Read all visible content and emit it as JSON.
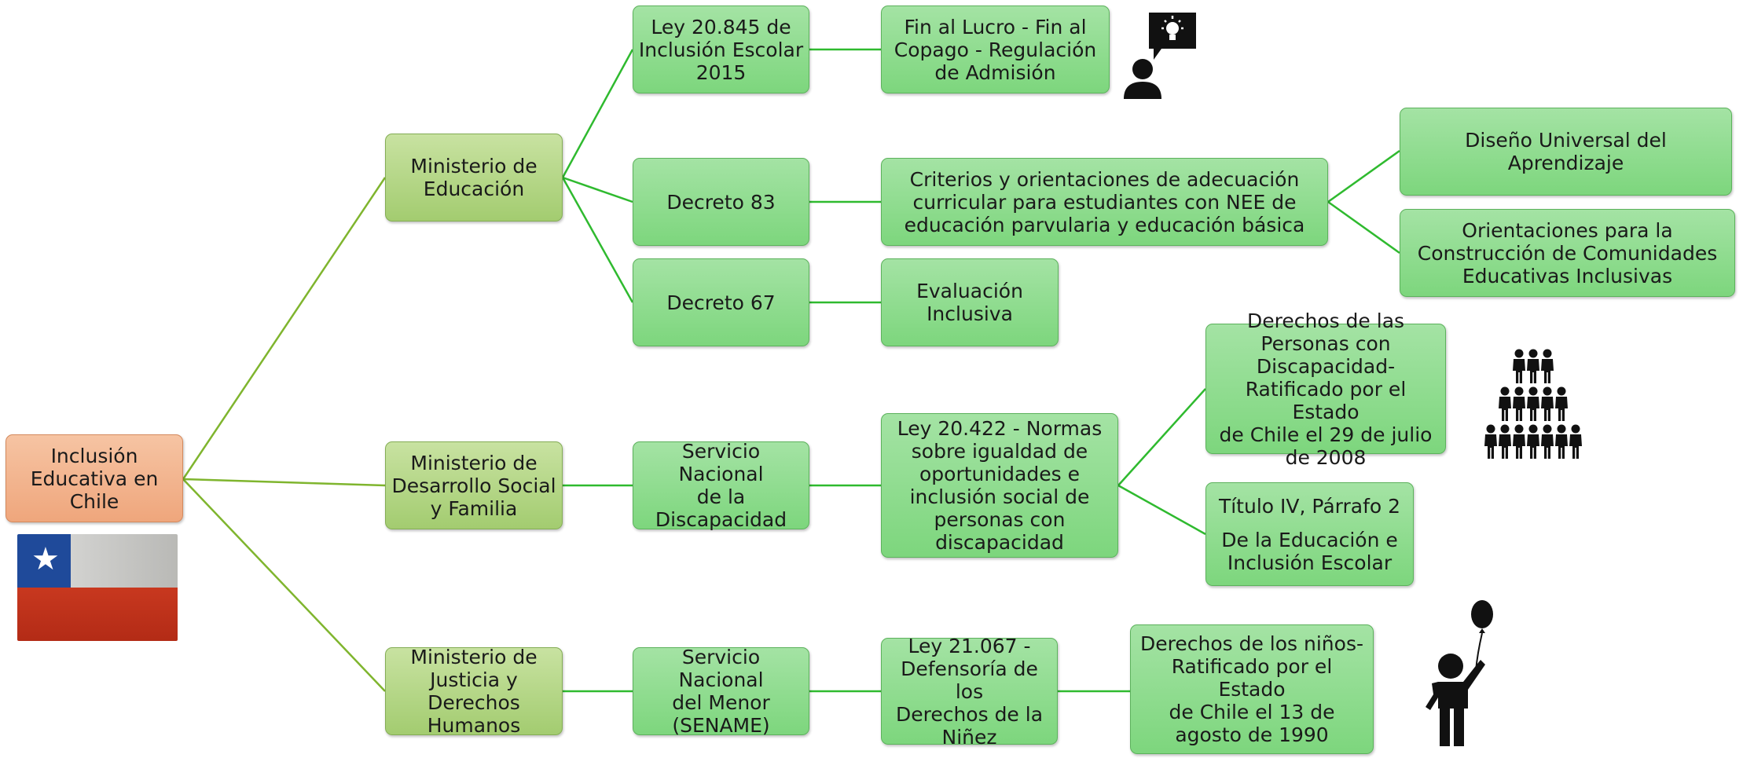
{
  "colors": {
    "root_fill": "#efa67c",
    "ministry_fill": "#a3cc70",
    "leaf_fill": "#7dd67d",
    "connector_ministry": "#7fb52e",
    "connector_leaf": "#2fba2f",
    "flag_blue": "#1f4a9a",
    "flag_red": "#b32b16"
  },
  "root": {
    "label": "Inclusión\nEducativa en\nChile"
  },
  "ministries": {
    "education": {
      "label": "Ministerio de\nEducación"
    },
    "social": {
      "label": "Ministerio de\nDesarrollo Social\ny Familia"
    },
    "justice": {
      "label": "Ministerio de\nJusticia y\nDerechos\nHumanos"
    }
  },
  "education": {
    "ley_20845": {
      "label": "Ley  20.845 de\nInclusión Escolar\n2015"
    },
    "fin_lucro": {
      "label": "Fin al Lucro - Fin al\nCopago - Regulación\nde Admisión"
    },
    "decreto_83": {
      "label": "Decreto 83"
    },
    "criterios": {
      "label": "Criterios y orientaciones de adecuación\ncurricular para estudiantes con NEE de\neducación parvularia y educación básica"
    },
    "diseno_universal": {
      "label": "Diseño Universal del Aprendizaje"
    },
    "orientaciones": {
      "label": "Orientaciones para la\nConstrucción de Comunidades\nEducativas Inclusivas"
    },
    "decreto_67": {
      "label": "Decreto 67"
    },
    "evaluacion": {
      "label": "Evaluación\nInclusiva"
    }
  },
  "social": {
    "senadis": {
      "label": "Servicio Nacional\nde la\nDiscapacidad"
    },
    "ley_20422": {
      "label": "Ley 20.422 - Normas\nsobre igualdad de\noportunidades e\ninclusión social de\npersonas con\ndiscapacidad"
    },
    "derechos_discapacidad": {
      "label": "Derechos de las\nPersonas con\nDiscapacidad-\nRatificado por el Estado\nde Chile el 29 de julio\nde 2008"
    },
    "titulo_iv": {
      "line1": "Título IV, Párrafo 2",
      "line2": "De la Educación e\nInclusión Escolar"
    }
  },
  "justice": {
    "sename": {
      "label": "Servicio Nacional\ndel Menor\n(SENAME)"
    },
    "ley_21067": {
      "label": "Ley 21.067 -\nDefensoría de los\nDerechos de la\nNiñez"
    },
    "derechos_ninos": {
      "label": "Derechos de los niños-\nRatificado por el Estado\nde Chile el 13 de\nagosto de 1990"
    }
  },
  "icons": [
    "chile-flag-icon",
    "idea-person-icon",
    "people-group-icon",
    "child-balloon-icon"
  ]
}
